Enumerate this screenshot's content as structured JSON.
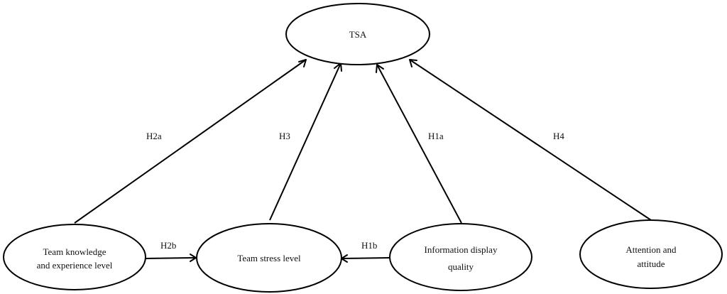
{
  "nodes": {
    "tsa": {
      "label": "TSA"
    },
    "team_knowledge": {
      "label_line1": "Team knowledge",
      "label_line2": "and experience level"
    },
    "team_stress": {
      "label": "Team stress level"
    },
    "info_display": {
      "label_line1": "Information display",
      "label_line2": "quality"
    },
    "attention": {
      "label_line1": "Attention and",
      "label_line2": "attitude"
    }
  },
  "edges": {
    "h2a": {
      "label": "H2a",
      "from": "team_knowledge",
      "to": "tsa"
    },
    "h3": {
      "label": "H3",
      "from": "team_stress",
      "to": "tsa"
    },
    "h1a": {
      "label": "H1a",
      "from": "info_display",
      "to": "tsa"
    },
    "h4": {
      "label": "H4",
      "from": "attention",
      "to": "tsa"
    },
    "h2b": {
      "label": "H2b",
      "from": "team_knowledge",
      "to": "team_stress"
    },
    "h1b": {
      "label": "H1b",
      "from": "info_display",
      "to": "team_stress"
    }
  }
}
